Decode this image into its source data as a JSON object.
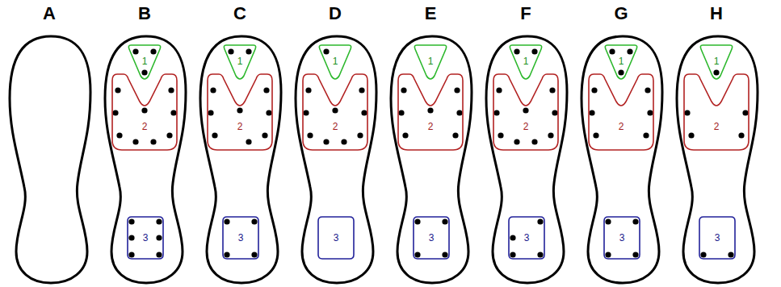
{
  "diagram": {
    "nodes": [
      {
        "text": [
          "A"
        ]
      },
      {
        "text": [
          "B"
        ]
      },
      {
        "text": [
          "1"
        ],
        "in": 1
      },
      {
        "text": [
          "2"
        ],
        "in": 1
      },
      {
        "text": [
          "3"
        ],
        "in": 1
      },
      {
        "text": [
          "C"
        ]
      },
      {
        "text": [
          "1"
        ],
        "in": 5
      },
      {
        "text": [
          "2"
        ],
        "in": 5
      },
      {
        "text": [
          "3"
        ],
        "in": 5
      },
      {
        "text": [
          "D"
        ]
      },
      {
        "text": [
          "1"
        ],
        "in": 9
      },
      {
        "text": [
          "2"
        ],
        "in": 9
      },
      {
        "text": [
          "3"
        ],
        "in": 9
      },
      {
        "text": [
          "E"
        ]
      },
      {
        "text": [
          "1"
        ],
        "in": 13
      },
      {
        "text": [
          "2"
        ],
        "in": 13
      },
      {
        "text": [
          "3"
        ],
        "in": 13
      },
      {
        "text": [
          "F"
        ]
      },
      {
        "text": [
          "1"
        ],
        "in": 17
      },
      {
        "text": [
          "2"
        ],
        "in": 17
      },
      {
        "text": [
          "3"
        ],
        "in": 17
      },
      {
        "text": [
          "G"
        ]
      },
      {
        "text": [
          "1"
        ],
        "in": 21
      },
      {
        "text": [
          "2"
        ],
        "in": 21
      },
      {
        "text": [
          "3"
        ],
        "in": 21
      },
      {
        "text": [
          "H"
        ]
      },
      {
        "text": [
          "1"
        ],
        "in": 25
      },
      {
        "text": [
          "2"
        ],
        "in": 25
      },
      {
        "text": [
          "3"
        ],
        "in": 25
      }
    ]
  }
}
